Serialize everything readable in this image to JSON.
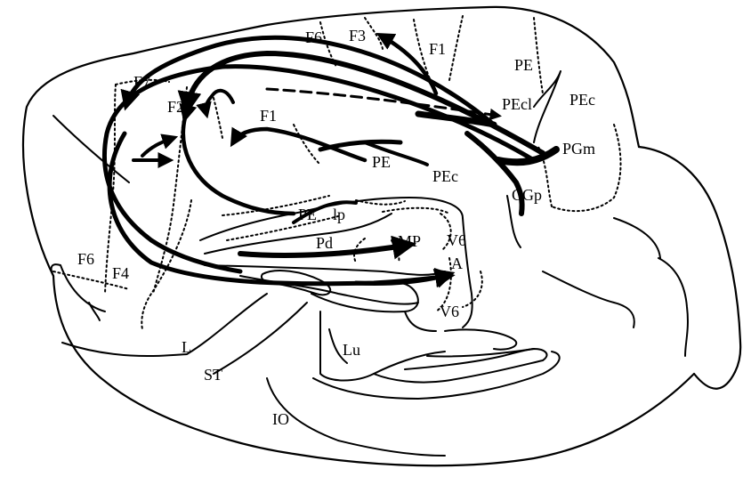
{
  "labels": {
    "f6_top": "F6",
    "f3": "F3",
    "f1_top": "F1",
    "pe_top": "PE",
    "f7": "F7",
    "f2": "F2",
    "pecl": "PEcl",
    "pec_right": "PEc",
    "f1_mid": "F1",
    "pgm": "PGm",
    "pe_mid": "PE",
    "pec_mid": "PEc",
    "cgp": "CGp",
    "pe_lower": "PE",
    "lp": "lp",
    "mp": "MP",
    "v6_upper": "V6",
    "pd": "Pd",
    "a": "A",
    "f6_left": "F6",
    "f4": "F4",
    "v6_lower": "V6",
    "lu": "Lu",
    "l": "L",
    "st": "ST",
    "io": "IO"
  }
}
